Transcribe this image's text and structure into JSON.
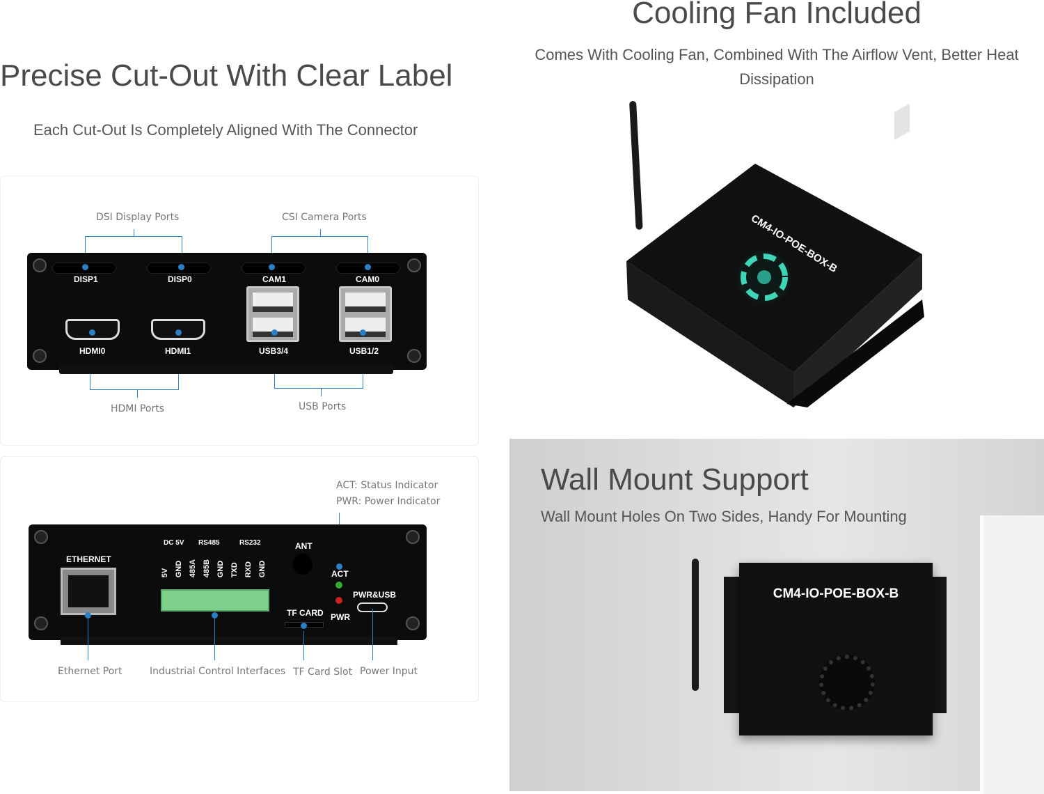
{
  "left": {
    "title": "Precise Cut-Out With Clear Label",
    "subtitle": "Each Cut-Out Is Completely Aligned With The Connector",
    "front": {
      "callouts": {
        "dsi": "DSI Display Ports",
        "csi": "CSI Camera Ports",
        "hdmi": "HDMI Ports",
        "usb": "USB Ports"
      },
      "ports": [
        "DISP1",
        "DISP0",
        "CAM1",
        "CAM0",
        "HDMI0",
        "HDMI1",
        "USB3/4",
        "USB1/2"
      ]
    },
    "rear": {
      "callouts": {
        "act": "ACT: Status Indicator",
        "pwr": "PWR: Power Indicator",
        "ethernet": "Ethernet Port",
        "industrial": "Industrial Control Interfaces",
        "tf": "TF Card Slot",
        "power": "Power Input"
      },
      "labels": {
        "ethernet": "ETHERNET",
        "dc5v": "DC 5V",
        "rs485": "RS485",
        "rs232": "RS232",
        "ant": "ANT",
        "act": "ACT",
        "pwr": "PWR",
        "pwrusb": "PWR&USB",
        "tfcard": "TF CARD"
      },
      "pins": [
        "5V",
        "GND",
        "485A",
        "485B",
        "GND",
        "TXD",
        "RXD",
        "GND"
      ]
    }
  },
  "cooling": {
    "title": "Cooling Fan Included",
    "subtitle_line1": "Comes With Cooling Fan, Combined With The Airflow Vent, Better Heat",
    "subtitle_line2": "Dissipation",
    "product_label": "CM4-IO-POE-BOX-B"
  },
  "wall": {
    "title": "Wall Mount Support",
    "subtitle": "Wall Mount Holes On Two Sides, Handy For Mounting",
    "product_label": "CM4-IO-POE-BOX-B"
  },
  "colors": {
    "callout": "#2b7fc6",
    "device": "#0c0c0c",
    "fan": "#3fd6b8",
    "terminal": "#7fd08a"
  }
}
